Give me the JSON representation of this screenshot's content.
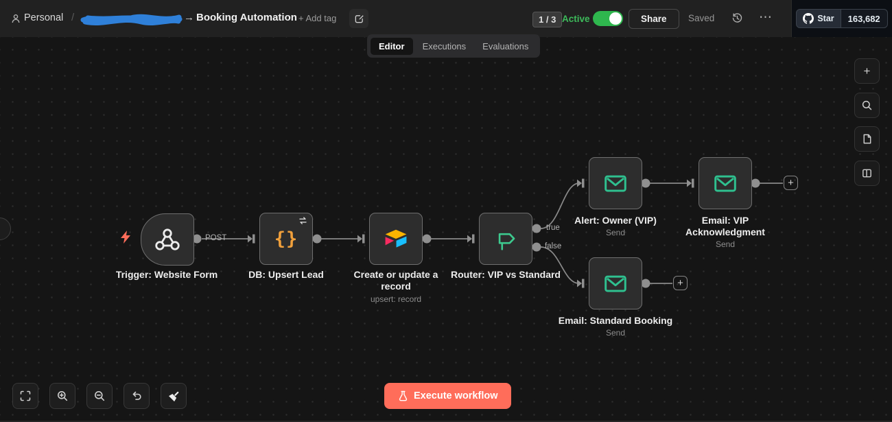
{
  "header": {
    "workspace_label": "Personal",
    "separator": "/",
    "arrow": "→",
    "workflow_title": "Booking Automation",
    "add_tag": "+ Add tag",
    "page_indicator": "1 / 3",
    "active_label": "Active",
    "active_state": "on",
    "share": "Share",
    "saved": "Saved",
    "more": "⋯",
    "github": {
      "star_label": "Star",
      "star_count": "163,682"
    }
  },
  "tabs": {
    "editor": "Editor",
    "executions": "Executions",
    "evaluations": "Evaluations",
    "active_tab": "Editor"
  },
  "nodes": [
    {
      "title": "Trigger: Website Form",
      "subtitle": "",
      "icon": "webhook-icon"
    },
    {
      "title": "DB: Upsert Lead",
      "subtitle": "",
      "icon": "code-braces-icon"
    },
    {
      "title": "Create or update a record",
      "subtitle": "upsert: record",
      "icon": "airtable-icon"
    },
    {
      "title": "Router: VIP vs Standard",
      "subtitle": "",
      "icon": "signpost-icon"
    },
    {
      "title": "Alert: Owner (VIP)",
      "subtitle": "Send",
      "icon": "email-icon"
    },
    {
      "title": "Email: VIP Acknowledgment",
      "subtitle": "Send",
      "icon": "email-icon"
    },
    {
      "title": "Email: Standard Booking",
      "subtitle": "Send",
      "icon": "email-icon"
    }
  ],
  "port_labels": {
    "post": "POST",
    "true": "true",
    "false": "false"
  },
  "plus_glyph": "+",
  "execute_button": "Execute workflow",
  "colors": {
    "accent_coral": "#ff6d5a",
    "active_green": "#3dbb5b",
    "toggle_green": "#2fb74e",
    "node_icon_green": "#3dc98e",
    "code_orange": "#f0a03c",
    "airtable_yellow": "#fcb400",
    "airtable_pink": "#f82b60",
    "airtable_blue": "#18bfff",
    "scribble_blue": "#2f80d9",
    "canvas_bg": "#151515",
    "node_bg": "#2d2d2d"
  }
}
